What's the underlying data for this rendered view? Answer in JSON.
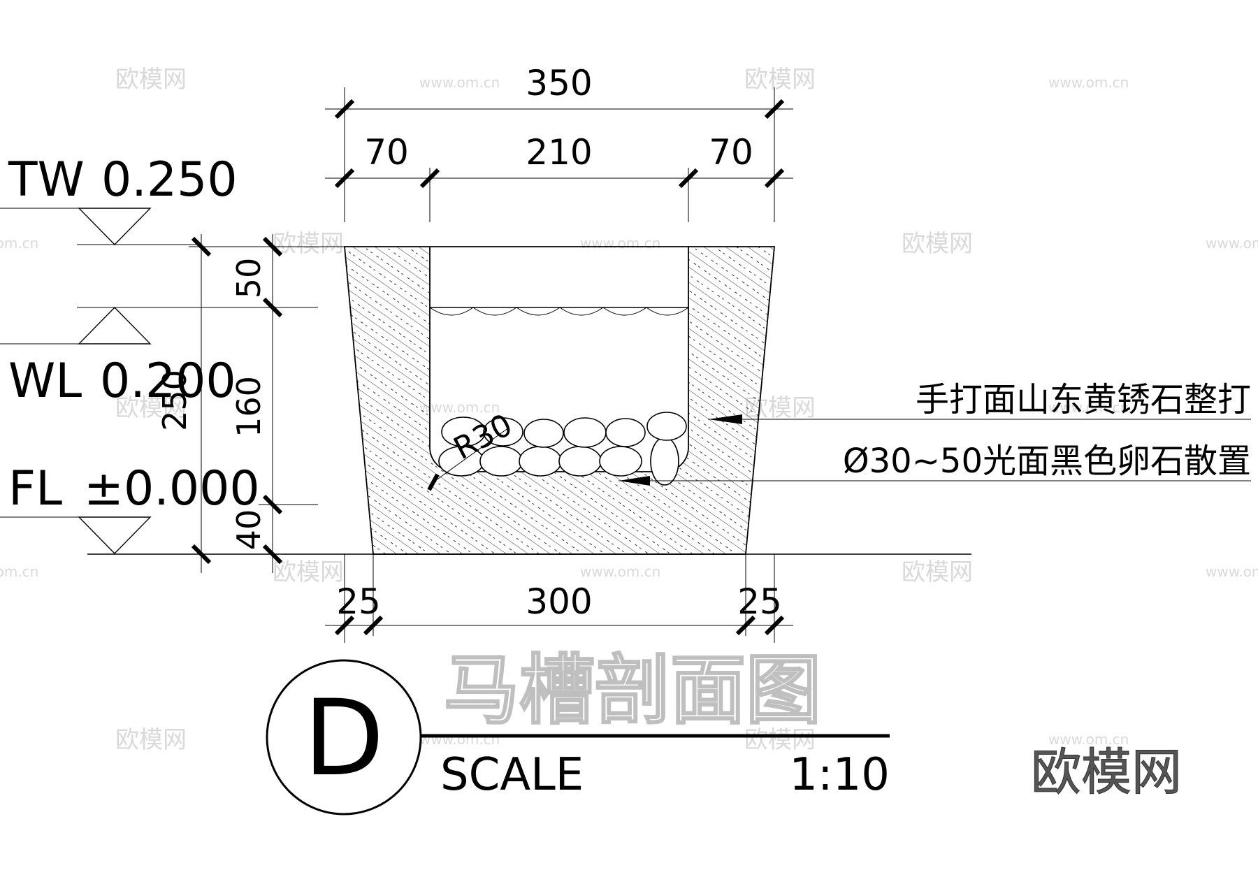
{
  "drawing": {
    "title": "马槽剖面图",
    "detail_mark": "D",
    "scale_label": "SCALE",
    "scale_value": "1:10"
  },
  "dimensions": {
    "top_total": "350",
    "top_left": "70",
    "top_middle": "210",
    "top_right": "70",
    "bottom_left": "25",
    "bottom_middle": "300",
    "bottom_right": "25",
    "side_total": "250",
    "side_top": "50",
    "side_middle": "160",
    "side_bottom": "40",
    "radius": "R30"
  },
  "levels": [
    {
      "code": "TW",
      "value": "0.250"
    },
    {
      "code": "WL",
      "value": "0.200"
    },
    {
      "code": "FL",
      "value": "±0.000"
    }
  ],
  "annotations": {
    "stone": "手打面山东黄锈石整打",
    "pebbles": "Ø30~50光面黑色卵石散置"
  },
  "watermark": {
    "brand": "欧模网",
    "url": "www.om.cn"
  },
  "colors": {
    "line": "#000000",
    "watermark": "#d9d9d9",
    "title_outline": "#bfbfbf",
    "brand": "#555555"
  }
}
